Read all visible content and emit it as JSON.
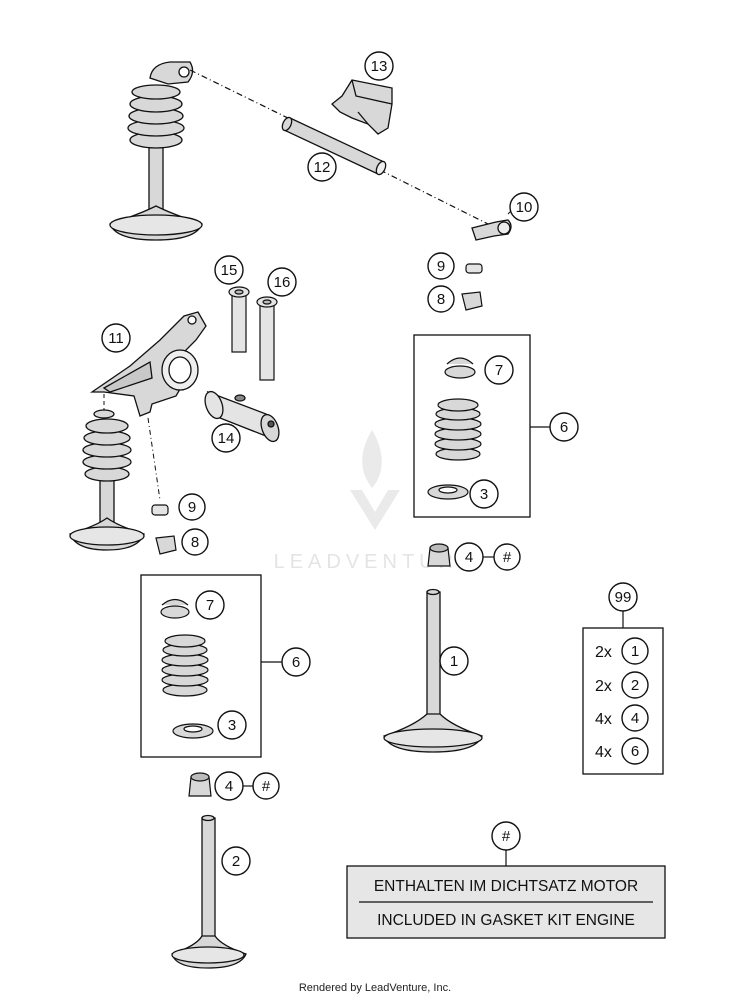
{
  "watermark": "LEADVENTURE",
  "callouts": {
    "c1": "1",
    "c2": "2",
    "c3a": "3",
    "c3b": "3",
    "c4a": "4",
    "c4b": "4",
    "c6a": "6",
    "c6b": "6",
    "c7a": "7",
    "c7b": "7",
    "c8a": "8",
    "c8b": "8",
    "c9a": "9",
    "c9b": "9",
    "c10": "10",
    "c11": "11",
    "c12": "12",
    "c13": "13",
    "c14": "14",
    "c15": "15",
    "c16": "16",
    "c99": "99",
    "hash_a": "#",
    "hash_b": "#",
    "hash_c": "#"
  },
  "kit": {
    "rows": [
      {
        "qty": "2x",
        "part": "1"
      },
      {
        "qty": "2x",
        "part": "2"
      },
      {
        "qty": "4x",
        "part": "4"
      },
      {
        "qty": "4x",
        "part": "6"
      }
    ]
  },
  "note": {
    "line_de": "ENTHALTEN IM DICHTSATZ MOTOR",
    "line_en": "INCLUDED IN GASKET KIT ENGINE"
  },
  "footer": "Rendered by LeadVenture, Inc.",
  "colors": {
    "part_fill": "#d8d8d8",
    "line": "#111111",
    "note_bg": "#e6e6e6",
    "watermark": "#e4e4e4"
  }
}
